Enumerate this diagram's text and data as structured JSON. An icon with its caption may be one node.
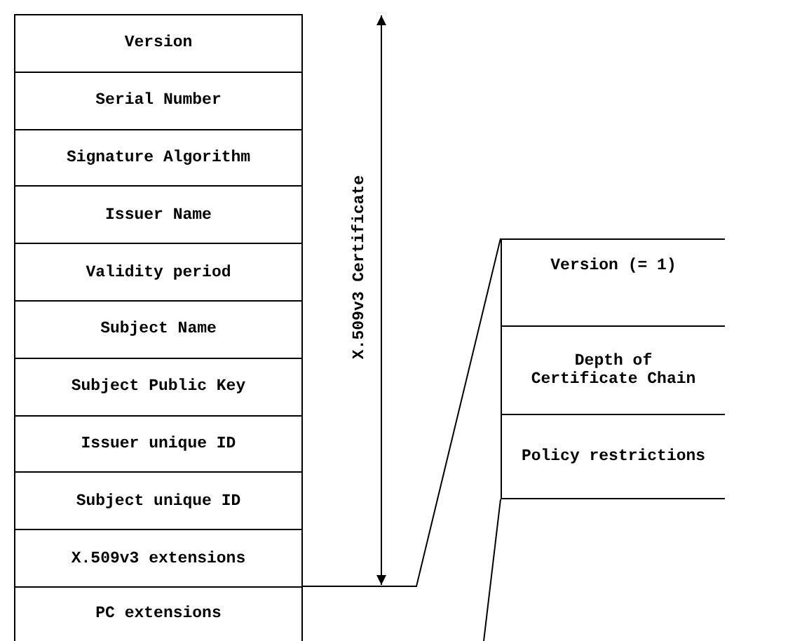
{
  "diagram": {
    "nodes": [
      {
        "text": [
          "Version"
        ]
      },
      {
        "text": [
          "Serial Number"
        ]
      },
      {
        "text": [
          "Signature Algorithm"
        ]
      },
      {
        "text": [
          "Issuer Name"
        ]
      },
      {
        "text": [
          "Validity period"
        ]
      },
      {
        "text": [
          "Subject Name"
        ]
      },
      {
        "text": [
          "Subject Public Key"
        ]
      },
      {
        "text": [
          "Issuer unique ID"
        ]
      },
      {
        "text": [
          "Subject unique ID"
        ]
      },
      {
        "text": [
          "X.509v3 extensions"
        ]
      },
      {
        "text": [
          "PC extensions"
        ]
      },
      {
        "text": [
          "Version (= 1)"
        ]
      },
      {
        "text": [
          "Depth of Certificate Chain"
        ]
      },
      {
        "text": [
          "Policy restrictions"
        ]
      }
    ],
    "edges": [
      {
        "from": 10,
        "to": 11,
        "arrow": "none"
      }
    ],
    "labels": [
      "X.509v3 Certificate"
    ]
  }
}
